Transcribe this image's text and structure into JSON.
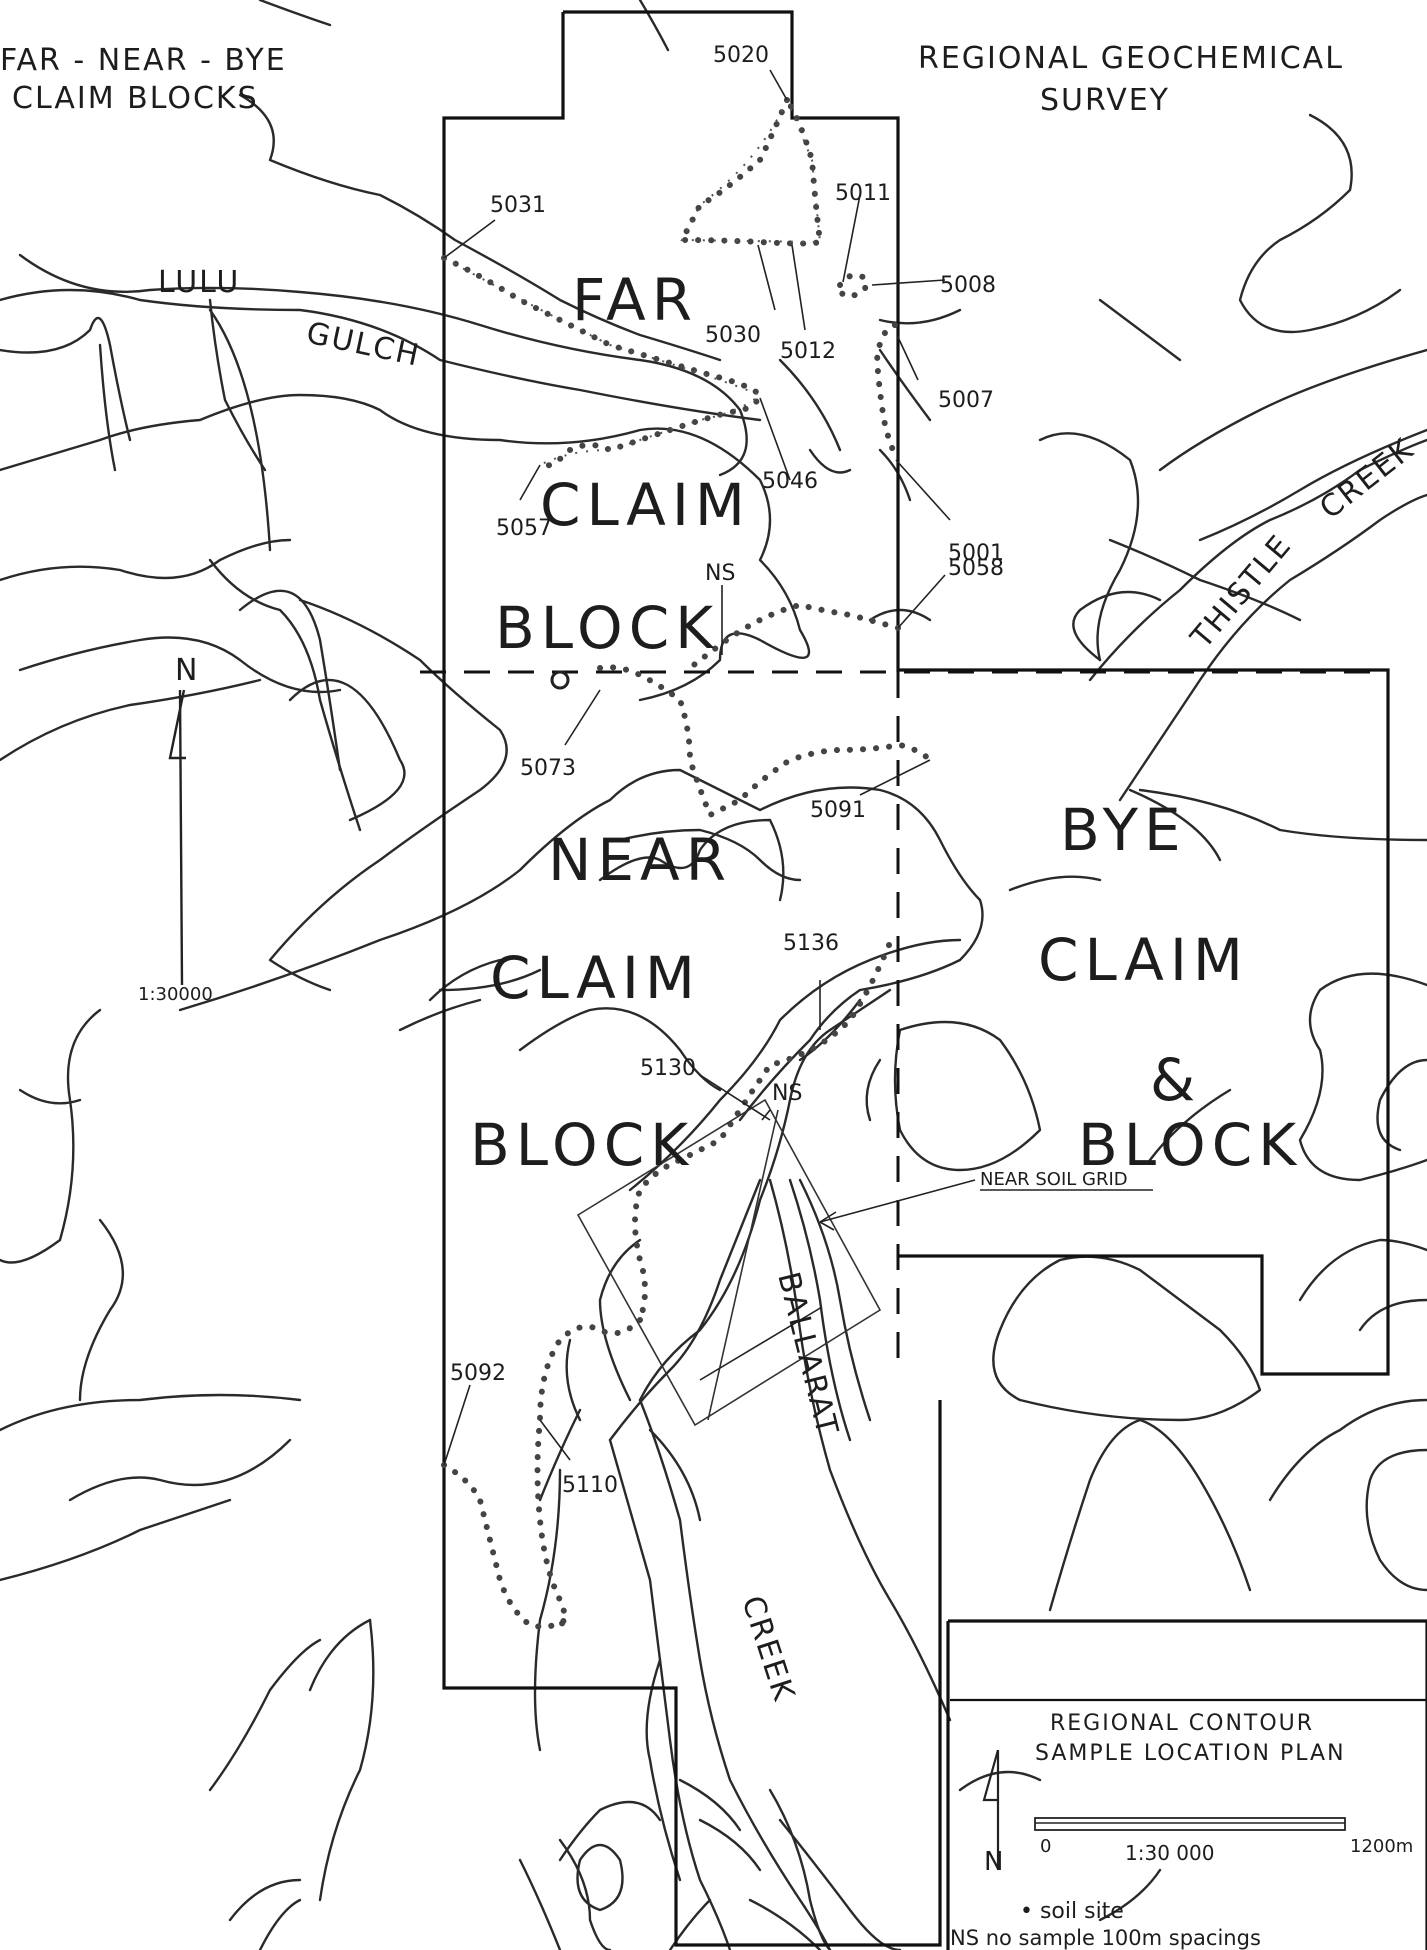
{
  "map": {
    "title_left_line1": "FAR - NEAR - BYE",
    "title_left_line2": "CLAIM BLOCKS",
    "title_right_line1": "REGIONAL GEOCHEMICAL",
    "title_right_line2": "SURVEY",
    "streams": {
      "lulu": "LULU",
      "gulch": "GULCH",
      "thistle": "THISTLE",
      "creek_top": "CREEK",
      "ballarat": "BALLARAT",
      "creek_bottom": "CREEK"
    },
    "blocks": {
      "far": "FAR",
      "far_claim": "CLAIM",
      "far_block": "BLOCK",
      "near": "NEAR",
      "near_claim": "CLAIM",
      "near_block": "BLOCK",
      "bye": "BYE",
      "bye_claim": "CLAIM",
      "bye_amp": "&",
      "bye_block": "BLOCK"
    },
    "samples": [
      "5020",
      "5011",
      "5031",
      "5008",
      "5030",
      "5012",
      "5007",
      "5046",
      "5057",
      "5001",
      "5058",
      "5073",
      "5091",
      "5136",
      "5130",
      "5092",
      "5110"
    ],
    "ns_labels": [
      "NS",
      "NS"
    ],
    "soil_grid_label": "NEAR SOIL GRID",
    "north": "N",
    "scale_ratio": "1:30000"
  },
  "legend": {
    "title_line1": "REGIONAL CONTOUR",
    "title_line2": "SAMPLE LOCATION PLAN",
    "north": "N",
    "scale_start": "0",
    "scale_ratio": "1:30 000",
    "scale_end": "1200m",
    "soil_site": "• soil site",
    "ns_note": "NS no sample 100m spacings"
  }
}
